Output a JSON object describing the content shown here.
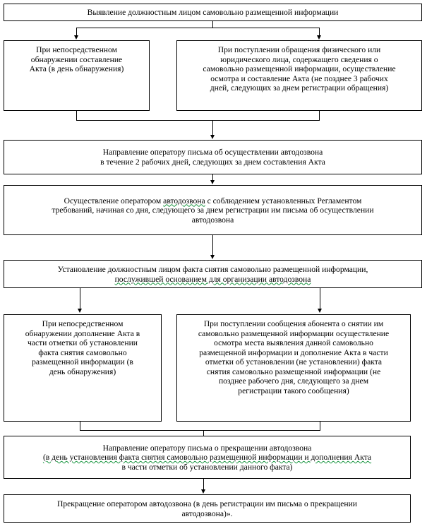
{
  "document": {
    "title": "Схема порядка осуществления автодозвона",
    "language": "ru",
    "background_color": "#ffffff",
    "line_color": "#000000",
    "spellcheck_underline_color": "#1a9641"
  },
  "nodes": {
    "n1": {
      "id": "n1",
      "label": "Выявление должностным лицом самовольно размещенной информации"
    },
    "n2": {
      "id": "n2",
      "label": "При непосредственном\nобнаружении составление\nАкта (в день обнаружения)"
    },
    "n3": {
      "id": "n3",
      "label": "При поступлении обращения физического или\nюридического лица, содержащего сведения о\nсамовольно размещенной информации, осуществление\nосмотра и составление Акта (не позднее 3 рабочих\nдней, следующих за днем регистрации обращения)"
    },
    "n4": {
      "id": "n4",
      "label": "Направление оператору письма об осуществлении автодозвона\nв течение 2 рабочих дней, следующих за днем составления Акта"
    },
    "n5": {
      "id": "n5",
      "line1_a": "Осуществление оператором ",
      "line1_squiggle": "автодозвона",
      "line1_b": " с соблюдением установленных Регламентом",
      "line2": "требований, начиная со дня, следующего за днем регистрации им письма об осуществлении",
      "line3": "автодозвона"
    },
    "n6": {
      "id": "n6",
      "line1": "Установление должностным лицом факта снятия самовольно размещенной информации,",
      "line2_squiggle": "послужившей основанием для организации автодозвона"
    },
    "n7": {
      "id": "n7",
      "label": "При  непосредственном\nобнаружении дополнение Акта в\nчасти отметки об установлении\nфакта снятия самовольно\nразмещенной  информации (в\nдень обнаружения)"
    },
    "n8": {
      "id": "n8",
      "label": "При  поступлении   сообщения абонента о снятии им\nсамовольно размещенной информации  осуществление\nосмотра места выявления данной самовольно\nразмещенной информации и дополнение Акта в части\nотметки об установлении (не установлении) факта\nснятия самовольно размещенной информации (не\nпозднее рабочего дня, следующего за днем\nрегистрации такого сообщения)"
    },
    "n9": {
      "id": "n9",
      "line1": "Направление оператору письма о прекращении автодозвона",
      "line2_squiggle": "(в день установления факта снятия самовольно размещенной информации и  дополнения Акта",
      "line3": "в части отметки об установлении данного факта)"
    },
    "n10": {
      "id": "n10",
      "label": "Прекращение оператором автодозвона (в день регистрации им письма о прекращении\nавтодозвона)»."
    }
  },
  "edges": [
    {
      "from": "n1",
      "to": "n2",
      "type": "split-left"
    },
    {
      "from": "n1",
      "to": "n3",
      "type": "split-right"
    },
    {
      "from": "n2",
      "to": "n4",
      "type": "merge-left"
    },
    {
      "from": "n3",
      "to": "n4",
      "type": "merge-right"
    },
    {
      "from": "n4",
      "to": "n5",
      "type": "straight"
    },
    {
      "from": "n5",
      "to": "n6",
      "type": "straight"
    },
    {
      "from": "n6",
      "to": "n7",
      "type": "split-left"
    },
    {
      "from": "n6",
      "to": "n8",
      "type": "split-right"
    },
    {
      "from": "n7",
      "to": "n9",
      "type": "merge-left"
    },
    {
      "from": "n8",
      "to": "n9",
      "type": "merge-right"
    },
    {
      "from": "n9",
      "to": "n10",
      "type": "straight"
    }
  ]
}
